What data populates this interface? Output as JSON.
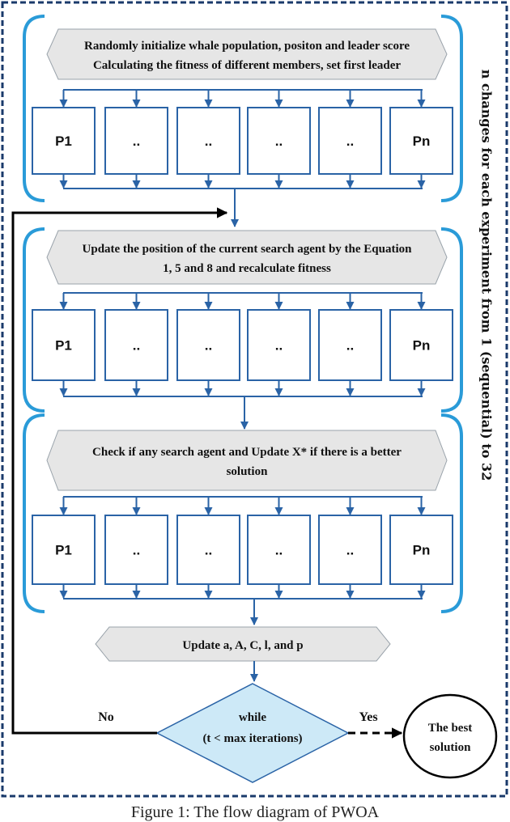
{
  "colors": {
    "frame": "#1a3a6b",
    "bracket": "#2a9bd8",
    "box_border": "#2a63a6",
    "arrow": "#2a63a6",
    "hex_fill": "#e6e6e6",
    "diamond_fill": "#cde9f7",
    "diamond_border": "#2a63a6"
  },
  "stages": [
    {
      "text_lines": [
        "Randomly initialize whale population, positon and leader score",
        "Calculating  the fitness of different members, set first leader"
      ],
      "boxes": [
        "P1",
        "..",
        "..",
        "..",
        "..",
        "Pn"
      ]
    },
    {
      "text_lines": [
        "Update the position of the current search agent by the Equation",
        "1, 5 and 8 and recalculate fitness"
      ],
      "boxes": [
        "P1",
        "..",
        "..",
        "..",
        "..",
        "Pn"
      ]
    },
    {
      "text_lines": [
        "Check if any search agent and Update X* if there is a better",
        "solution"
      ],
      "boxes": [
        "P1",
        "..",
        "..",
        "..",
        "..",
        "Pn"
      ]
    }
  ],
  "update_step": "Update  a, A, C, l, and  p",
  "decision": {
    "line1": "while",
    "line2": "(t < max iterations)"
  },
  "labels": {
    "no": "No",
    "yes": "Yes"
  },
  "terminal": {
    "line1": "The best",
    "line2": "solution"
  },
  "side_note": "n changes for each experiment from 1 (sequential) to 32",
  "caption": "Figure 1: The flow diagram of PWOA"
}
